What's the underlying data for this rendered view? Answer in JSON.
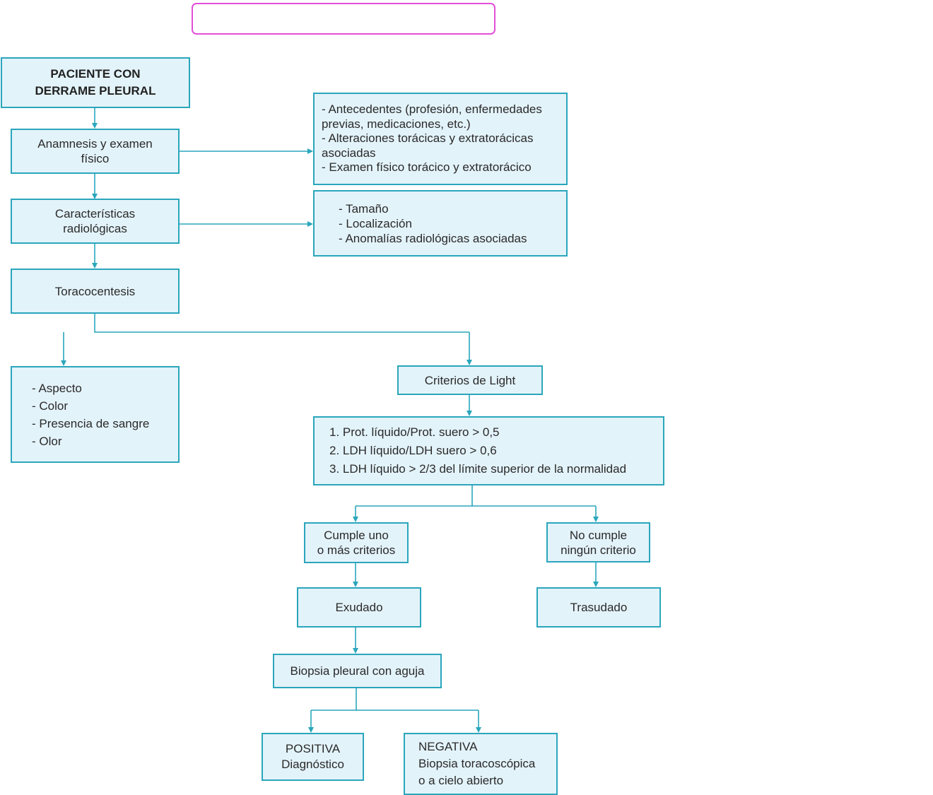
{
  "header": {
    "title_box_text": ""
  },
  "colors": {
    "box_fill": "#e3f3fa",
    "box_border": "#2aa6bc",
    "connector": "#2aa6bc",
    "title_border": "#e24fd8"
  },
  "nodes": {
    "start": {
      "lines": [
        "PACIENTE CON",
        "DERRAME PLEURAL"
      ]
    },
    "anamnesis": {
      "lines": [
        "Anamnesis y examen",
        "físico"
      ]
    },
    "anamnesis_detail": {
      "lines": [
        "- Antecedentes (profesión, enfermedades",
        "  previas, medicaciones, etc.)",
        "- Alteraciones torácicas y extratorácicas",
        "  asociadas",
        "- Examen físico torácico y extratorácico"
      ]
    },
    "radiology": {
      "lines": [
        "Características",
        "radiológicas"
      ]
    },
    "radiology_detail": {
      "lines": [
        "- Tamaño",
        "- Localización",
        "- Anomalías radiológicas asociadas"
      ]
    },
    "thoracentesis": {
      "lines": [
        "Toracocentesis"
      ]
    },
    "appearance": {
      "lines": [
        "- Aspecto",
        "- Color",
        "- Presencia de sangre",
        "- Olor"
      ]
    },
    "light_criteria": {
      "lines": [
        "Criterios de Light"
      ]
    },
    "criteria_list": {
      "lines": [
        "1. Prot. líquido/Prot. suero > 0,5",
        "2. LDH líquido/LDH suero > 0,6",
        "3. LDH líquido > 2/3 del límite superior de la normalidad"
      ]
    },
    "meets": {
      "lines": [
        "Cumple uno",
        "o más criterios"
      ]
    },
    "not_meets": {
      "lines": [
        "No cumple",
        "ningún criterio"
      ]
    },
    "exudate": {
      "lines": [
        "Exudado"
      ]
    },
    "transudate": {
      "lines": [
        "Trasudado"
      ]
    },
    "biopsy": {
      "lines": [
        "Biopsia pleural con aguja"
      ]
    },
    "positive": {
      "lines": [
        "POSITIVA",
        "Diagnóstico"
      ]
    },
    "negative": {
      "lines": [
        "NEGATIVA",
        "Biopsia toracoscópica",
        "o a cielo abierto"
      ]
    }
  }
}
